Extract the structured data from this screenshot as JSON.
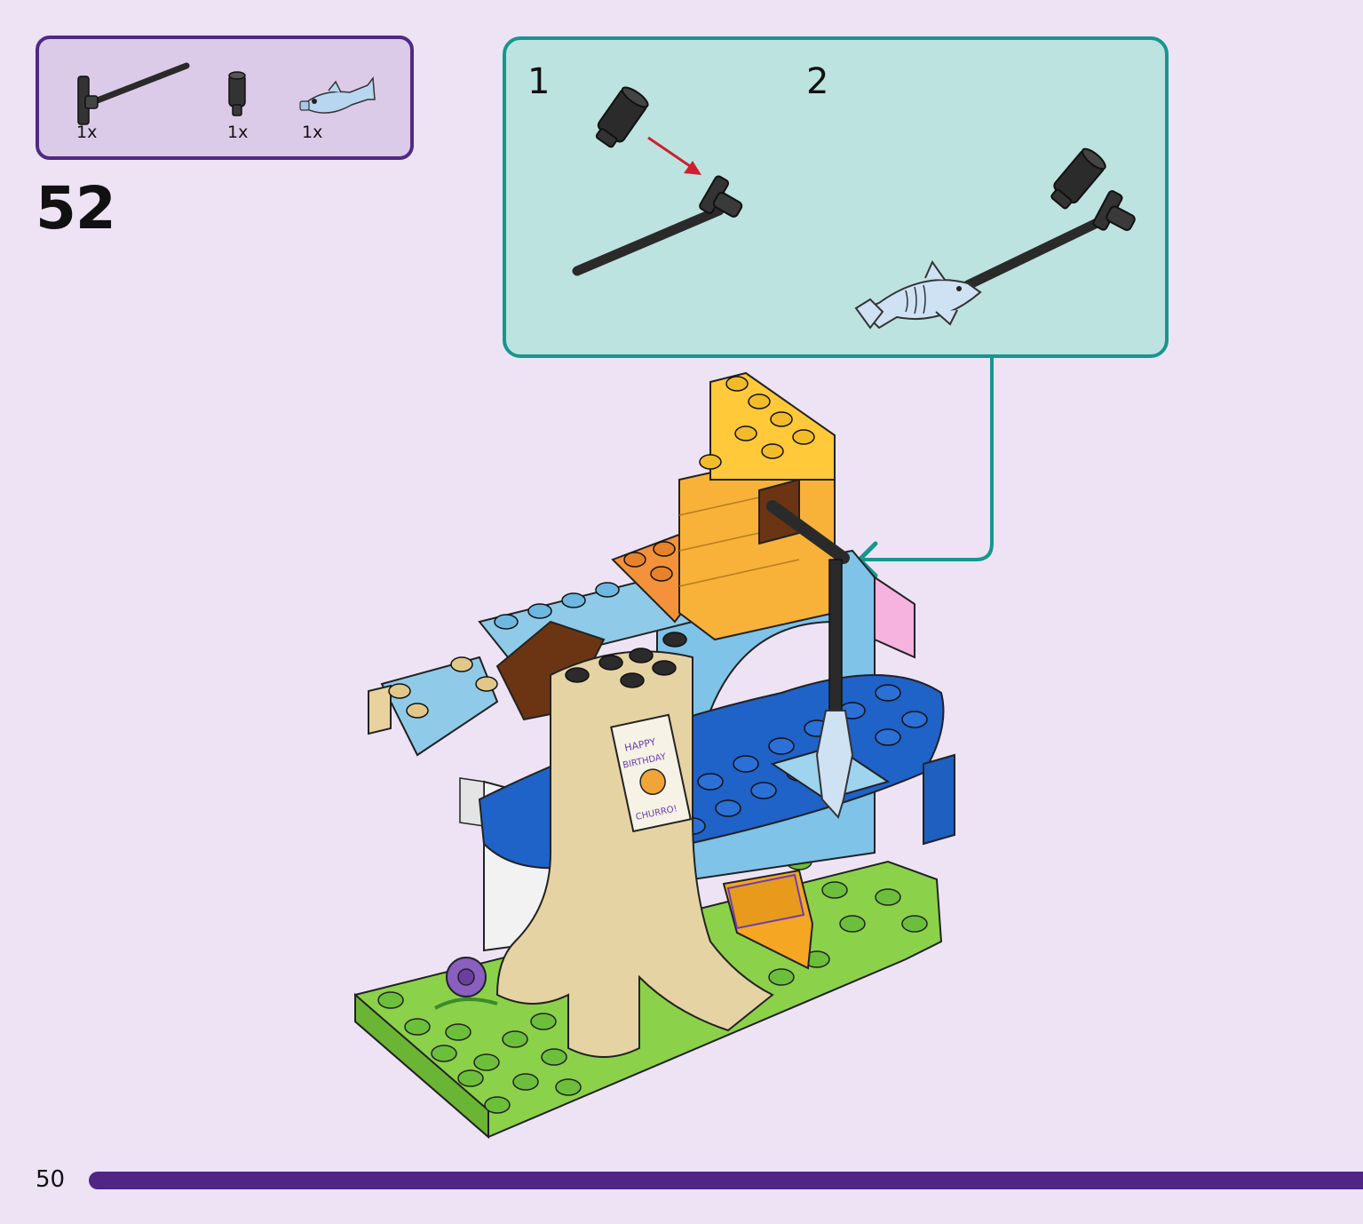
{
  "parts_list": {
    "items": [
      {
        "icon": "bar-with-clip-icon",
        "qty": "1x"
      },
      {
        "icon": "cylinder-brick-icon",
        "qty": "1x"
      },
      {
        "icon": "fish-icon",
        "qty": "1x"
      }
    ]
  },
  "step": {
    "number": "52"
  },
  "callout": {
    "substeps": [
      {
        "number": "1"
      },
      {
        "number": "2"
      }
    ]
  },
  "model": {
    "poster_text": [
      "HAPPY",
      "BIRTHDAY",
      "CHURRO!"
    ]
  },
  "footer": {
    "page_number": "50"
  },
  "colors": {
    "page_bg": "#ede3f5",
    "parts_border": "#4e2a84",
    "parts_bg": "#dccbe8",
    "callout_border": "#17968f",
    "callout_bg": "#bde3e0",
    "progress_bar": "#4f2585",
    "arrow_red": "#cc2030"
  }
}
